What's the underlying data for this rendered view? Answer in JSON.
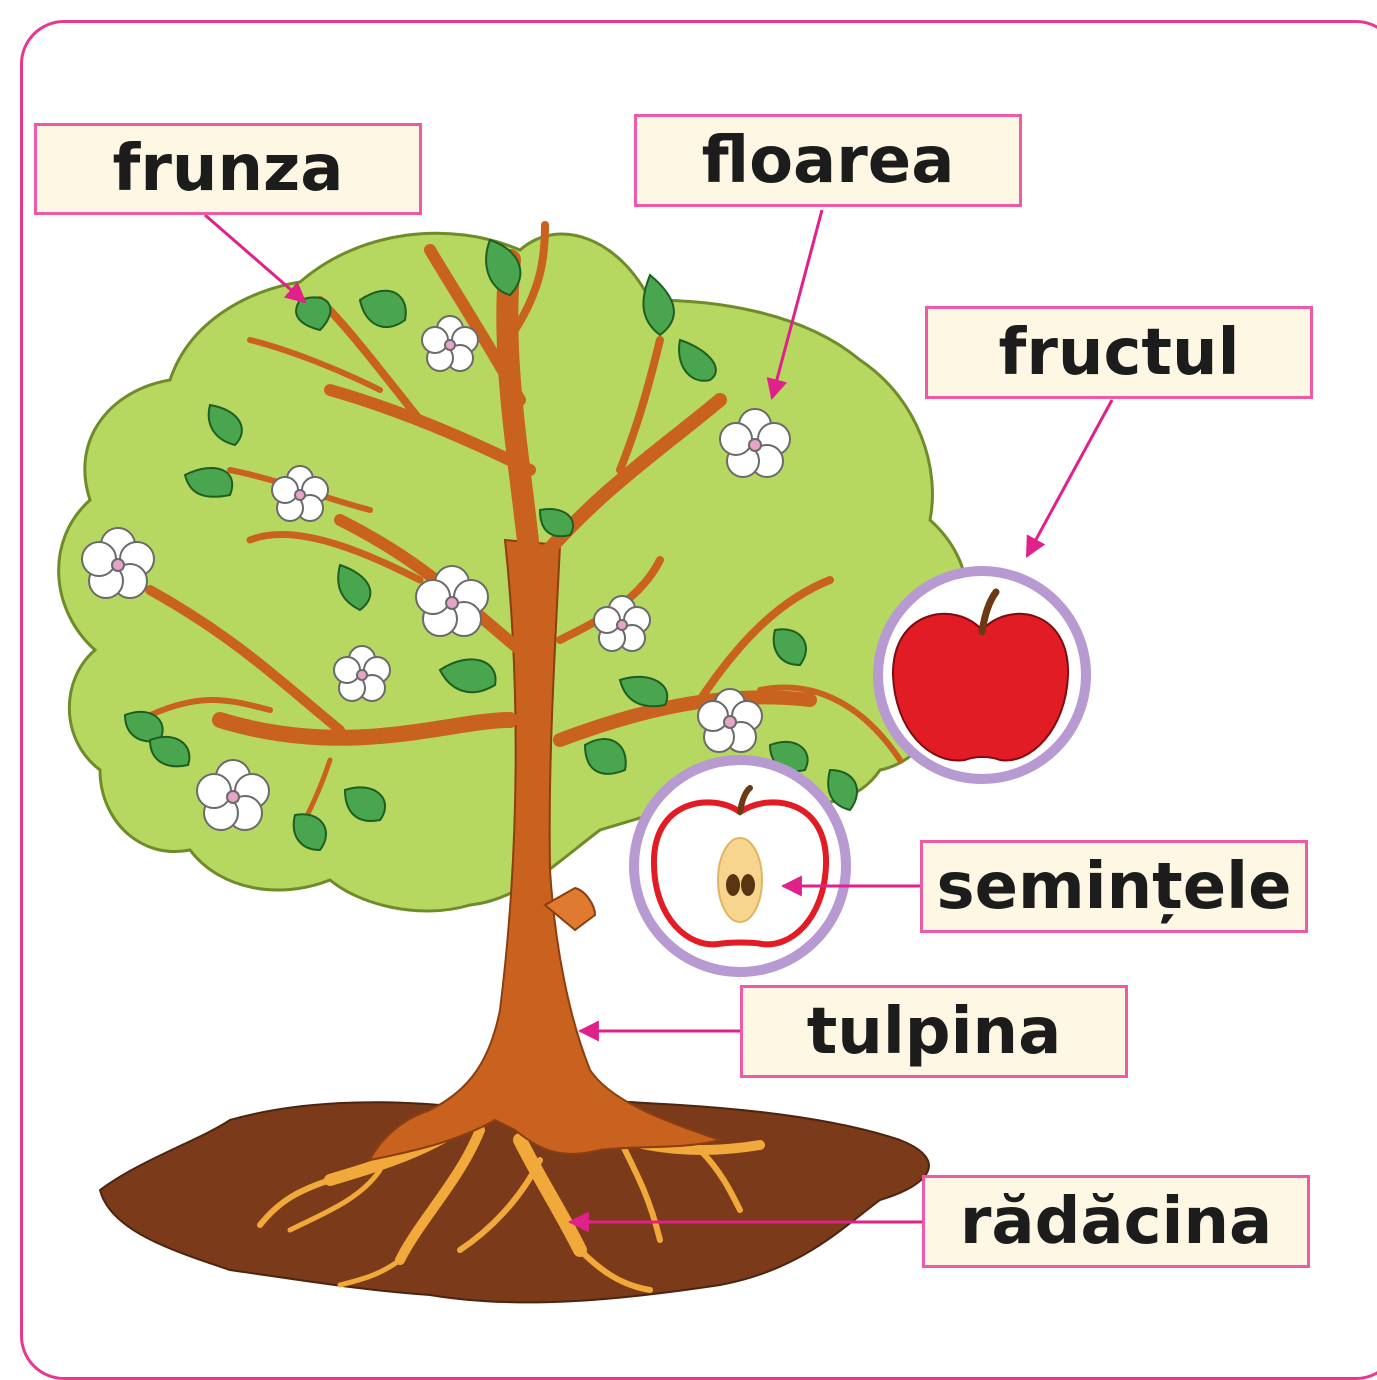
{
  "labels": {
    "leaf": "frunza",
    "flower": "floarea",
    "fruit": "fructul",
    "seeds": "semințele",
    "stem": "tulpina",
    "root": "rădăcina"
  },
  "colors": {
    "frame_border": "#e8378f",
    "label_fill": "#fdf7e3",
    "label_border": "#ef5aa6",
    "arrow": "#e0218a",
    "crown": "#b7d860",
    "trunk": "#c9621e",
    "leaf": "#4aa54f",
    "flower_petal": "#ffffff",
    "soil": "#7b3b1a",
    "root": "#f2a93b",
    "apple": "#e21c24",
    "ring": "#b79ad1"
  }
}
